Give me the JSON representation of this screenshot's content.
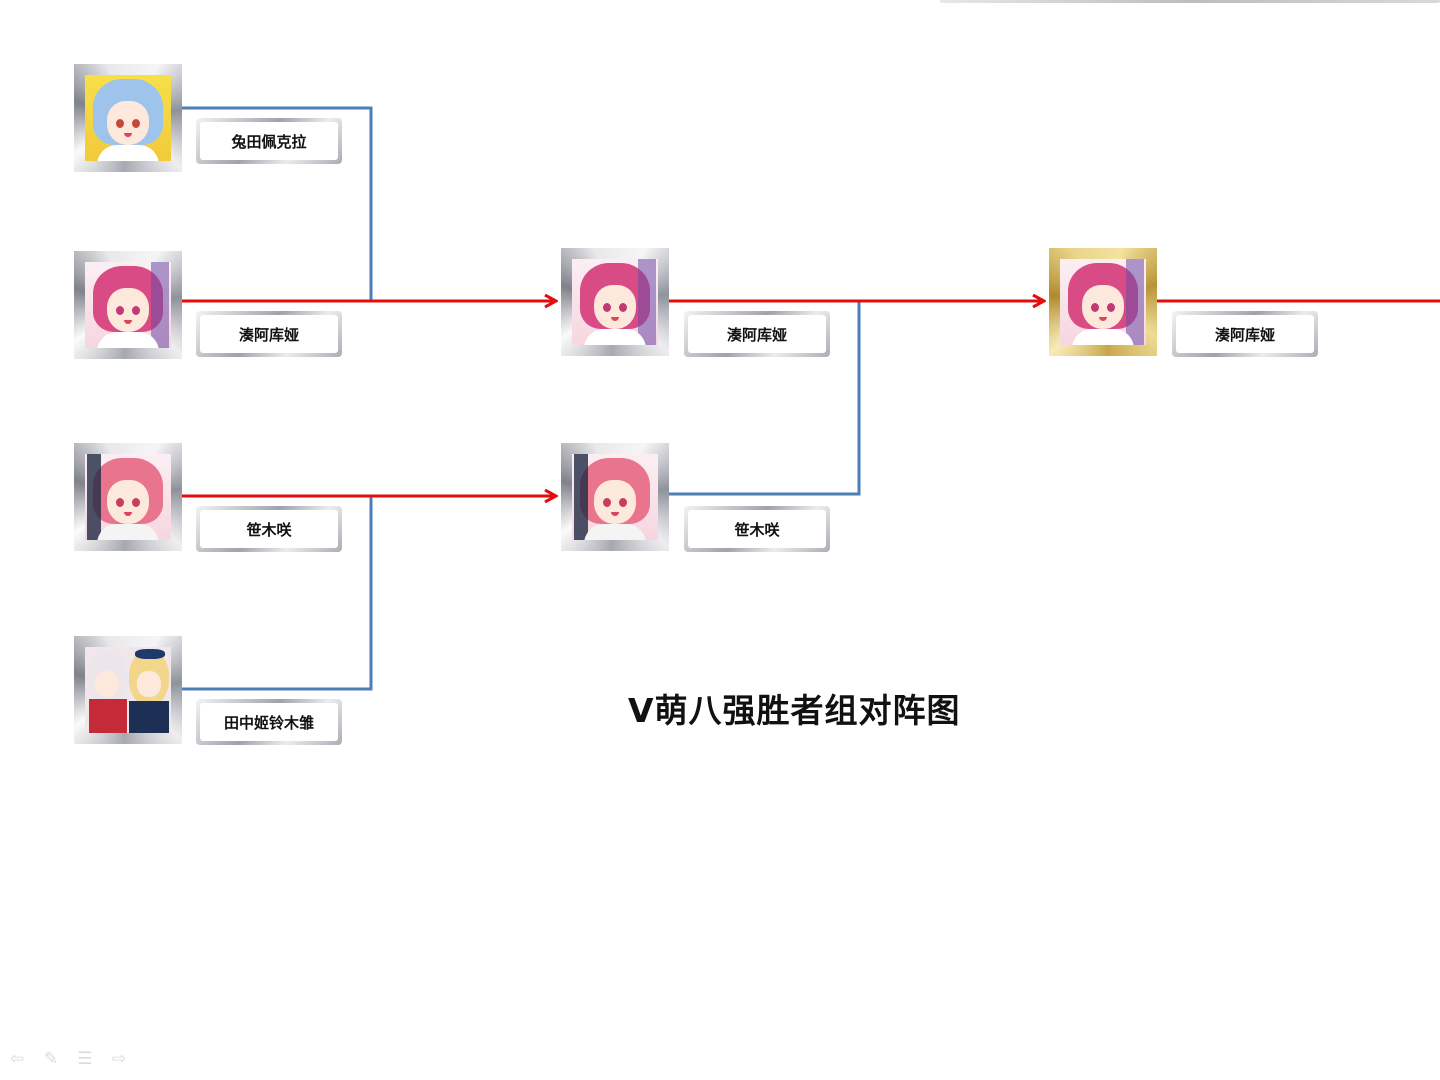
{
  "title": "V萌八强胜者组对阵图",
  "colors": {
    "winner_line": "#e30d0d",
    "bracket_line": "#4d7eb5",
    "silver_frame": "#9fa2aa",
    "gold_frame": "#c9a64b"
  },
  "round1": [
    {
      "name": "兔田佩克拉",
      "avatar": "hair-light-blue"
    },
    {
      "name": "湊阿库娅",
      "avatar": "hair-pink-purple"
    },
    {
      "name": "笹木咲",
      "avatar": "hair-pink-panda"
    },
    {
      "name": "田中姬铃木雏",
      "avatar": "duo-white-blonde"
    }
  ],
  "round2": [
    {
      "name": "湊阿库娅",
      "avatar": "hair-pink-purple"
    },
    {
      "name": "笹木咲",
      "avatar": "hair-pink-panda"
    }
  ],
  "final": {
    "name": "湊阿库娅",
    "avatar": "hair-pink-purple",
    "frame": "gold"
  },
  "navigation": {
    "prev_icon": "arrow-left-icon",
    "pen_icon": "pen-icon",
    "menu_icon": "menu-icon",
    "next_icon": "arrow-right-icon"
  }
}
